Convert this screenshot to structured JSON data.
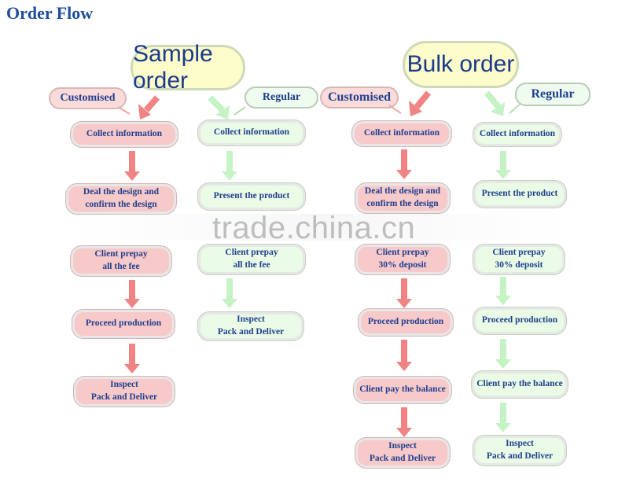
{
  "title": "Order Flow",
  "watermark": "trade.china.cn",
  "sample": {
    "heading": "Sample order",
    "customised": {
      "label": "Customised",
      "steps": [
        "Collect information",
        "Deal the design and\nconfirm the design",
        "Client prepay\nall the fee",
        "Proceed production",
        "Inspect\nPack and Deliver"
      ]
    },
    "regular": {
      "label": "Regular",
      "steps": [
        "Collect information",
        "Present the product",
        "Client prepay\nall the fee",
        "Inspect\nPack and Deliver"
      ]
    }
  },
  "bulk": {
    "heading": "Bulk order",
    "customised": {
      "label": "Customised",
      "steps": [
        "Collect information",
        "Deal the design and\nconfirm the design",
        "Client prepay\n30% deposit",
        "Proceed production",
        "Client pay the balance",
        "Inspect\nPack and Deliver"
      ]
    },
    "regular": {
      "label": "Regular",
      "steps": [
        "Collect information",
        "Present the product",
        "Client prepay\n30% deposit",
        "Proceed production",
        "Client pay the balance",
        "Inspect\nPack and Deliver"
      ]
    }
  },
  "colors": {
    "title": "#1f4e9e",
    "pink_arrow": "#f08484",
    "green_arrow": "#c6f3c6",
    "pink_box": "#f7c9c9",
    "green_box": "#eafbe6",
    "heading_fill": "#fdfccb"
  }
}
